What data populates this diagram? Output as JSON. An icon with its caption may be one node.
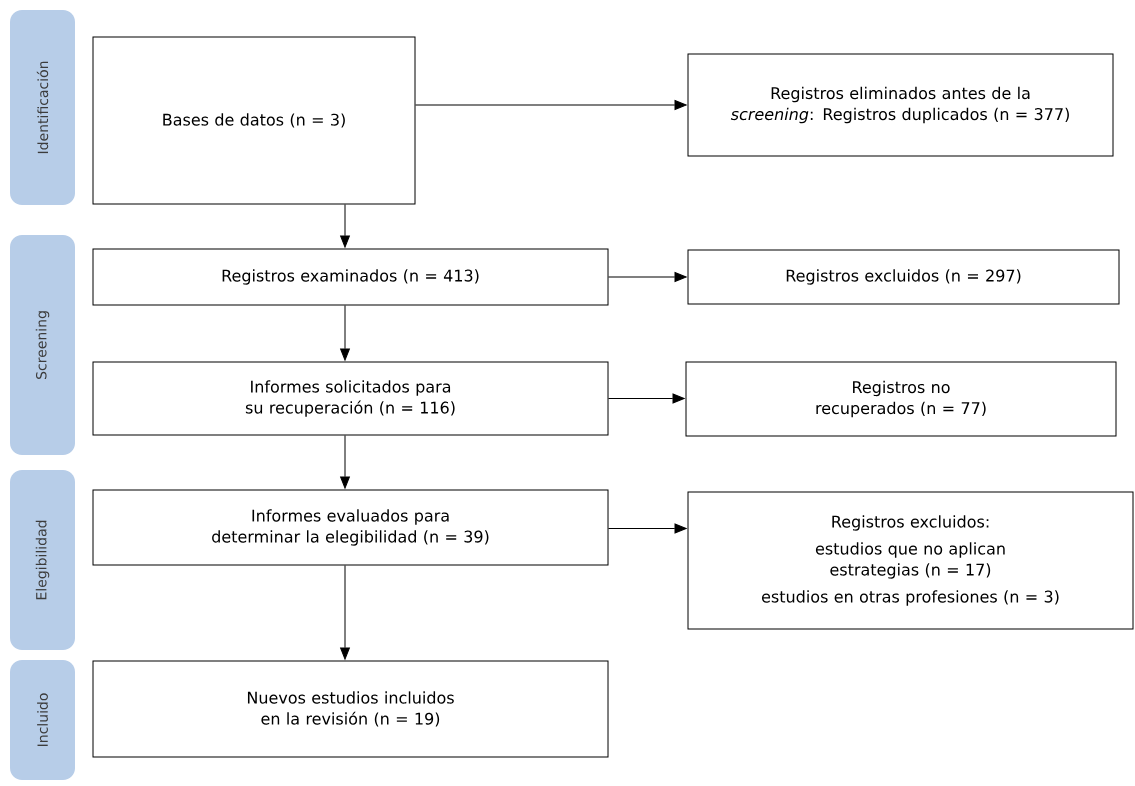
{
  "diagram": {
    "nodes": [
      {
        "text": [
          "Identificación"
        ]
      },
      {
        "text": [
          "Screening"
        ]
      },
      {
        "text": [
          "Elegibilidad"
        ]
      },
      {
        "text": [
          "Incluido"
        ]
      },
      {
        "text": [
          "Bases de datos (n = 3)"
        ]
      },
      {
        "text": [
          "Registros eliminados antes de la *screening*: Registros duplicados (n = 377)"
        ]
      },
      {
        "text": [
          "Registros examinados (n = 413)"
        ]
      },
      {
        "text": [
          "Registros excluidos (n = 297)"
        ]
      },
      {
        "text": [
          "Informes solicitados para su recuperación (n = 116)"
        ]
      },
      {
        "text": [
          "Registros no recuperados (n = 77)"
        ]
      },
      {
        "text": [
          "Informes evaluados para determinar la elegibilidad (n = 39)"
        ]
      },
      {
        "text": [
          "Registros excluidos:",
          "estudios que no aplican estrategias (n = 17)",
          "estudios en otras profesiones (n = 3)"
        ]
      },
      {
        "text": [
          "Nuevos estudios incluidos en la revisión (n = 19)"
        ]
      }
    ],
    "edges": [
      {
        "from": 4,
        "to": 5,
        "arrow": "to"
      },
      {
        "from": 4,
        "to": 6,
        "arrow": "to"
      },
      {
        "from": 6,
        "to": 7,
        "arrow": "to"
      },
      {
        "from": 6,
        "to": 8,
        "arrow": "to"
      },
      {
        "from": 8,
        "to": 9,
        "arrow": "to"
      },
      {
        "from": 8,
        "to": 10,
        "arrow": "to"
      },
      {
        "from": 10,
        "to": 11,
        "arrow": "to"
      },
      {
        "from": 10,
        "to": 12,
        "arrow": "to"
      }
    ]
  }
}
